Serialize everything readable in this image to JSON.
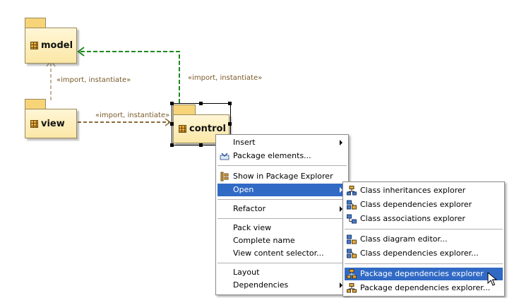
{
  "diagram": {
    "packages": {
      "model": "model",
      "view": "view",
      "control": "control"
    },
    "labels": {
      "view_to_model": "«import, instantiate»",
      "control_to_model": "«import, instantiate»",
      "view_to_control": "«import, instantiate»"
    },
    "colors": {
      "import_dependency": "#8a6a3a",
      "highlighted_dependency": "#1e8a1e",
      "package_fill": "#fbe7a6",
      "package_tab": "#f8d479"
    }
  },
  "context_menu": {
    "items": [
      {
        "label": "Insert",
        "submenu": true
      },
      {
        "label": "Package elements...",
        "icon": "package-elements-icon"
      },
      {
        "label": "Show in Package Explorer",
        "icon": "package-explorer-icon"
      },
      {
        "label": "Open",
        "submenu": true,
        "highlighted": true
      },
      {
        "label": "Refactor",
        "submenu": true
      },
      {
        "label": "Pack view"
      },
      {
        "label": "Complete name"
      },
      {
        "label": "View content selector..."
      },
      {
        "label": "Layout"
      },
      {
        "label": "Dependencies",
        "submenu": true
      }
    ]
  },
  "open_submenu": {
    "items": [
      {
        "label": "Class inheritances explorer",
        "icon": "class-hierarchy-icon"
      },
      {
        "label": "Class dependencies explorer",
        "icon": "class-dependency-icon"
      },
      {
        "label": "Class associations explorer",
        "icon": "class-association-icon"
      },
      {
        "label": "Class diagram editor...",
        "icon": "class-diagram-icon"
      },
      {
        "label": "Class dependencies explorer...",
        "icon": "class-dependency-icon"
      },
      {
        "label": "Package dependencies explorer",
        "icon": "package-dependency-icon",
        "highlighted": true
      },
      {
        "label": "Package dependencies explorer...",
        "icon": "package-dependency-icon"
      }
    ]
  },
  "menu_colors": {
    "highlight": "#316ac5",
    "highlight_text": "#ffffff"
  }
}
